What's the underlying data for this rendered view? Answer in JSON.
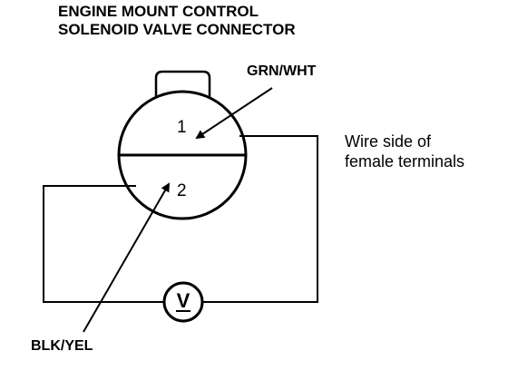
{
  "title": {
    "line1": "ENGINE MOUNT CONTROL",
    "line2": "SOLENOID VALVE CONNECTOR"
  },
  "wires": {
    "top": "GRN/WHT",
    "bottom": "BLK/YEL"
  },
  "terminals": {
    "pin1": "1",
    "pin2": "2"
  },
  "note": {
    "line1": "Wire side of",
    "line2": "female terminals"
  },
  "meter": {
    "symbol": "V",
    "icon": "voltmeter-icon"
  }
}
